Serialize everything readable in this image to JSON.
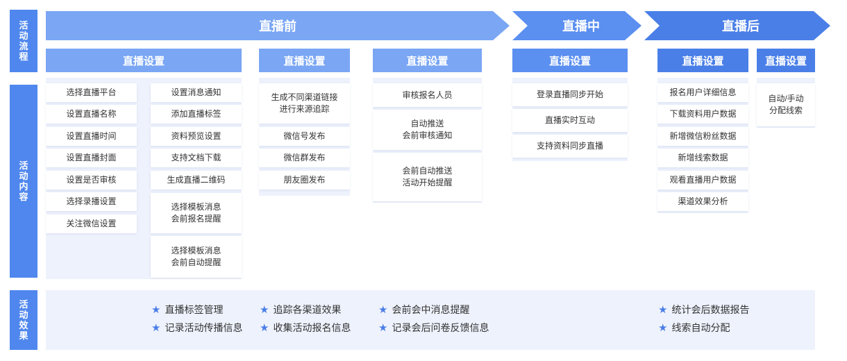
{
  "rows": {
    "flow": "活动流程",
    "content": "活动内容",
    "effect": "活动效果"
  },
  "phases": {
    "before": "直播前",
    "during": "直播中",
    "after": "直播后"
  },
  "columns": [
    {
      "header": "直播设置",
      "items": [
        "选择直播平台",
        "设置直播名称",
        "设置直播时间",
        "设置直播封面",
        "设置是否审核",
        "选择录播设置",
        "关注微信设置"
      ]
    },
    {
      "items": [
        "设置消息通知",
        "添加直播标签",
        "资料预览设置",
        "支持文档下载",
        "生成直播二维码",
        "选择模板消息\n会前报名提醒",
        "选择模板消息\n会前自动提醒"
      ]
    },
    {
      "header": "直播设置",
      "items": [
        "生成不同渠道链接\n进行来源追踪",
        "微信号发布",
        "微信群发布",
        "朋友圈发布"
      ]
    },
    {
      "header": "直播设置",
      "items": [
        "审核报名人员",
        "自动推送\n会前审核通知",
        "会前自动推送\n活动开始提醒"
      ]
    },
    {
      "header": "直播设置",
      "items": [
        "登录直播同步开始",
        "直播实时互动",
        "支持资料同步直播"
      ]
    },
    {
      "header": "直播设置",
      "items": [
        "报名用户详细信息",
        "下载资料用户数据",
        "新增微信粉丝数据",
        "新增线索数据",
        "观看直播用户数据",
        "渠道效果分析"
      ]
    },
    {
      "header": "直播设置",
      "items": [
        "自动/手动\n分配线索"
      ]
    }
  ],
  "effects": [
    [
      "直播标签管理",
      "记录活动传播信息"
    ],
    [
      "追踪各渠道效果",
      "收集活动报名信息"
    ],
    [
      "会前会中消息提醒",
      "记录会后问卷反馈信息"
    ],
    [
      "统计会后数据报告",
      "线索自动分配"
    ]
  ],
  "icons": {
    "bullet": "star-icon"
  },
  "colors": {
    "primary": "#4f87ee",
    "light": "#7aa6f4",
    "panel": "#eef2fc"
  }
}
